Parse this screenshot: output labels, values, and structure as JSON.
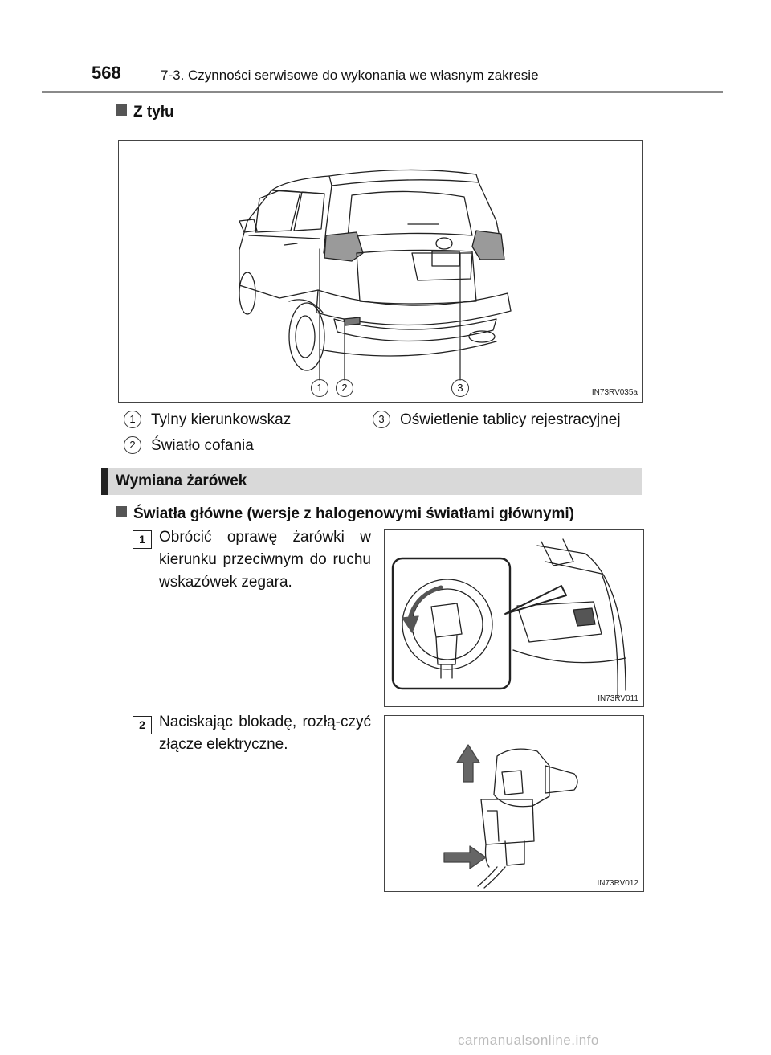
{
  "header": {
    "page_number": "568",
    "chapter": "7-3. Czynności serwisowe do wykonania we własnym zakresie"
  },
  "rear_section": {
    "title": "Z tyłu",
    "figure_code": "IN73RV035a",
    "callouts": [
      "1",
      "2",
      "3"
    ],
    "legend": [
      {
        "num": "1",
        "label": "Tylny kierunkowskaz"
      },
      {
        "num": "2",
        "label": "Światło cofania"
      },
      {
        "num": "3",
        "label": "Oświetlenie tablicy rejestracyjnej"
      }
    ]
  },
  "bulb_section": {
    "title": "Wymiana żarówek",
    "subtitle": "Światła główne (wersje z halogenowymi światłami głównymi)",
    "steps": [
      {
        "num": "1",
        "text": "Obrócić oprawę żarówki w kierunku przeciwnym do ruchu wskazówek zegara.",
        "figure_code": "IN73RV011"
      },
      {
        "num": "2",
        "text": "Naciskając blokadę, rozłą-czyć złącze elektryczne.",
        "figure_code": "IN73RV012"
      }
    ]
  },
  "footer": {
    "watermark": "carmanualsonline.info"
  }
}
